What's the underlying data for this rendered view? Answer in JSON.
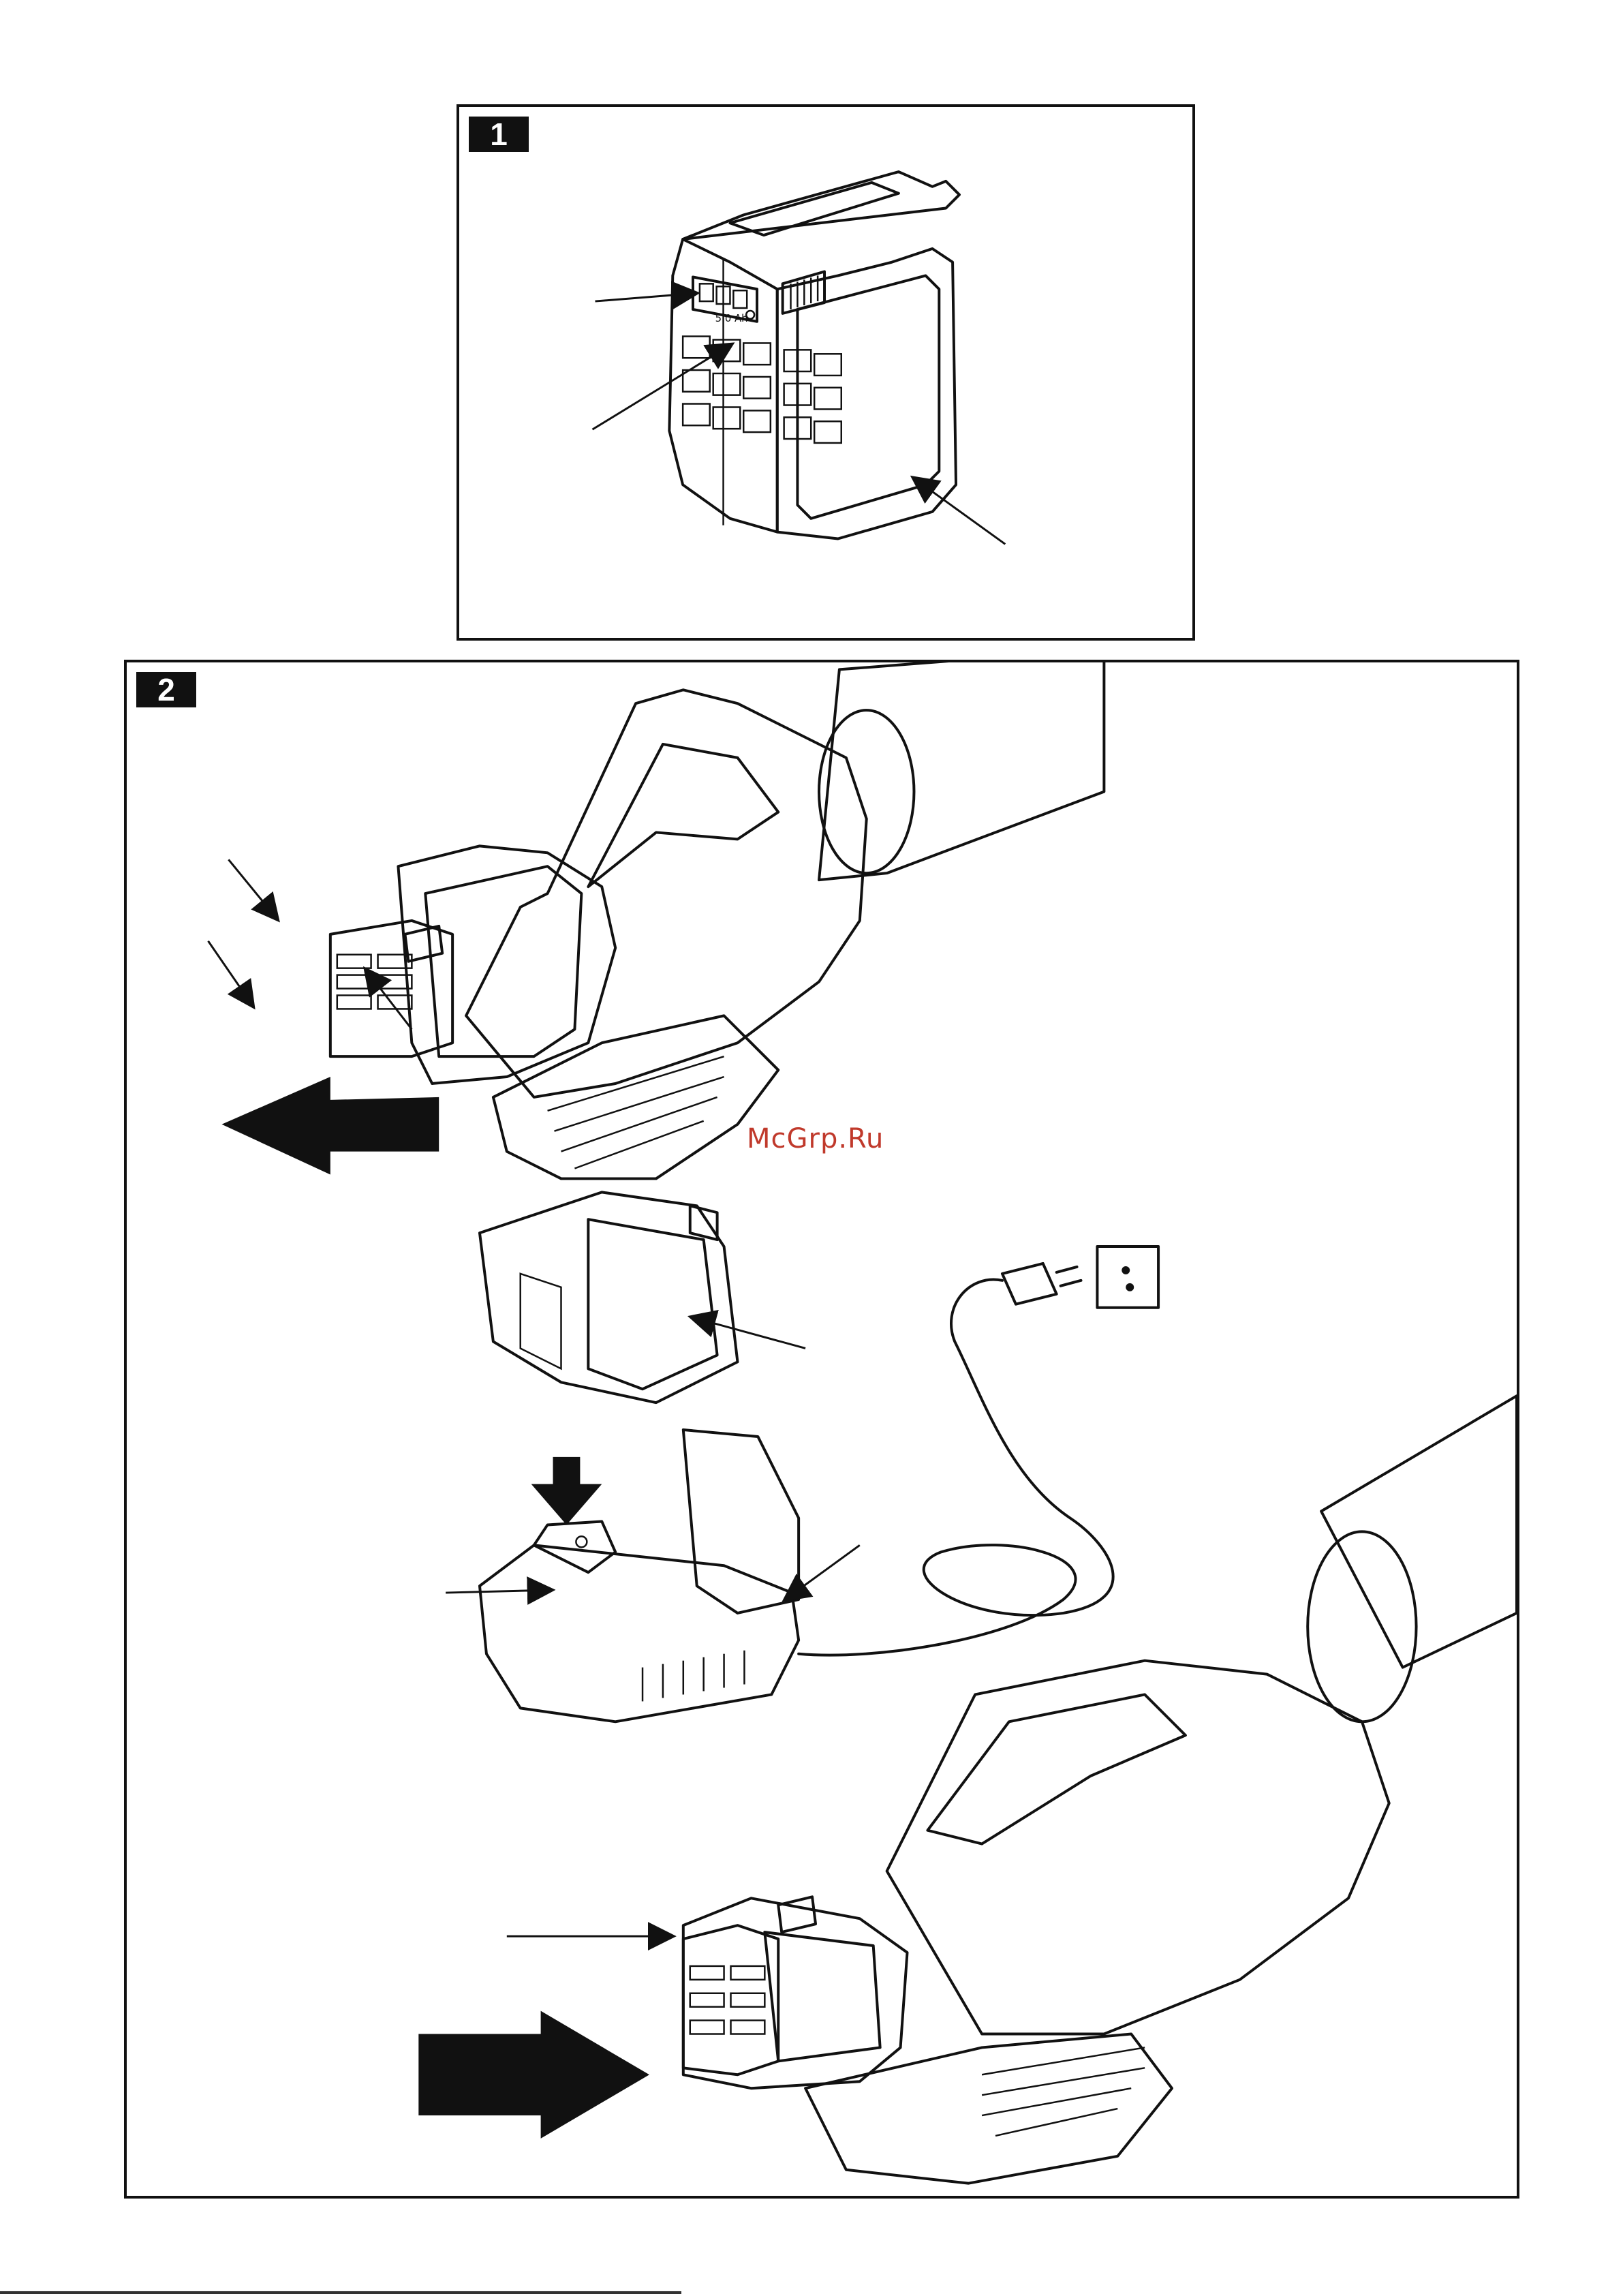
{
  "figures": [
    {
      "number": "1",
      "indicator_text": "5.0 Ah"
    },
    {
      "number": "2"
    }
  ],
  "watermark": "McGrp.Ru",
  "colors": {
    "ink": "#111111",
    "watermark": "#c0392b",
    "background": "#ffffff"
  }
}
